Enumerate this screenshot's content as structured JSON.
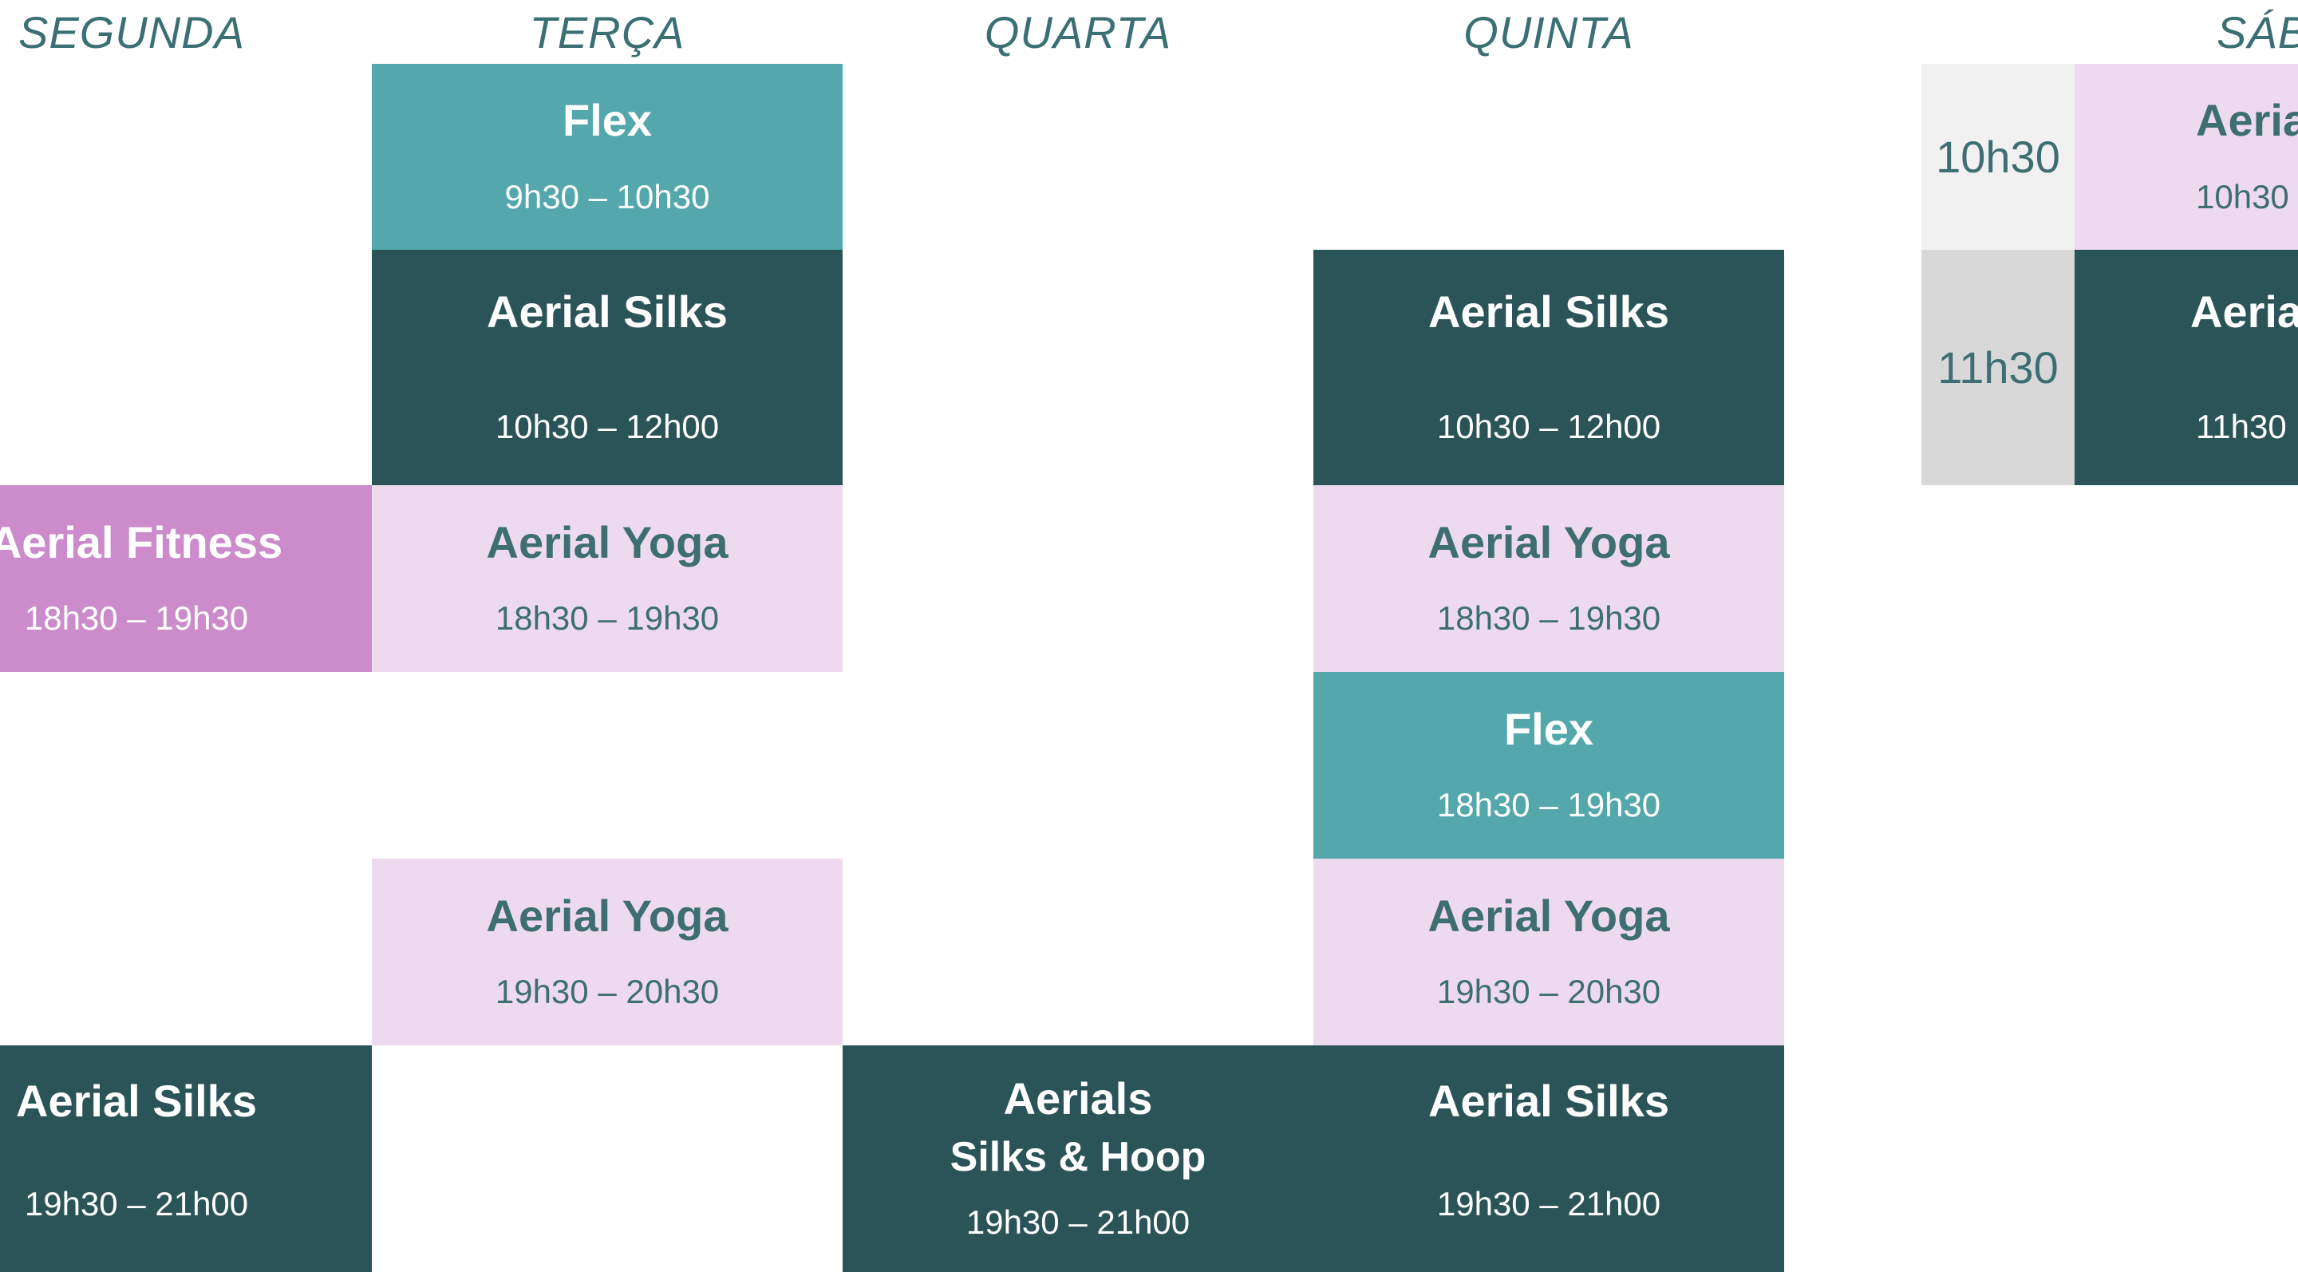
{
  "days": [
    "SEGUNDA",
    "TERÇA",
    "QUARTA",
    "QUINTA",
    "SÁB"
  ],
  "classes": [
    {
      "title": "Flex",
      "time": "9h30 – 10h30"
    },
    {
      "title": "Aerial Silks",
      "time": "10h30 – 12h00"
    },
    {
      "title": "Aerial Yoga",
      "time": "18h30 – 19h30"
    },
    {
      "title": "Aerial Yoga",
      "time": "19h30 – 20h30"
    },
    {
      "title": "Aerial Fitness",
      "time": "18h30 – 19h30"
    },
    {
      "title": "Aerial Silks",
      "time": "19h30 – 21h00"
    },
    {
      "title": "Aerials",
      "subtitle": "Silks & Hoop",
      "time": "19h30 – 21h00"
    },
    {
      "title": "Aerial Silks",
      "time": "10h30 – 12h00"
    },
    {
      "title": "Aerial Yoga",
      "time": "18h30 – 19h30"
    },
    {
      "title": "Flex",
      "time": "18h30 – 19h30"
    },
    {
      "title": "Aerial Yoga",
      "time": "19h30 – 20h30"
    },
    {
      "title": "Aerial Silks",
      "time": "19h30 – 21h00"
    },
    {
      "title": "Aeria",
      "time": "10h30"
    },
    {
      "title": "Aeria",
      "time": "11h30"
    }
  ],
  "time_slots": [
    "10h30",
    "11h30"
  ],
  "colors": {
    "teal": "#54a8ab",
    "dark": "#2b5458",
    "pink": "#eedaee",
    "magenta": "#cc8ccc",
    "text": "#3d6e72"
  }
}
